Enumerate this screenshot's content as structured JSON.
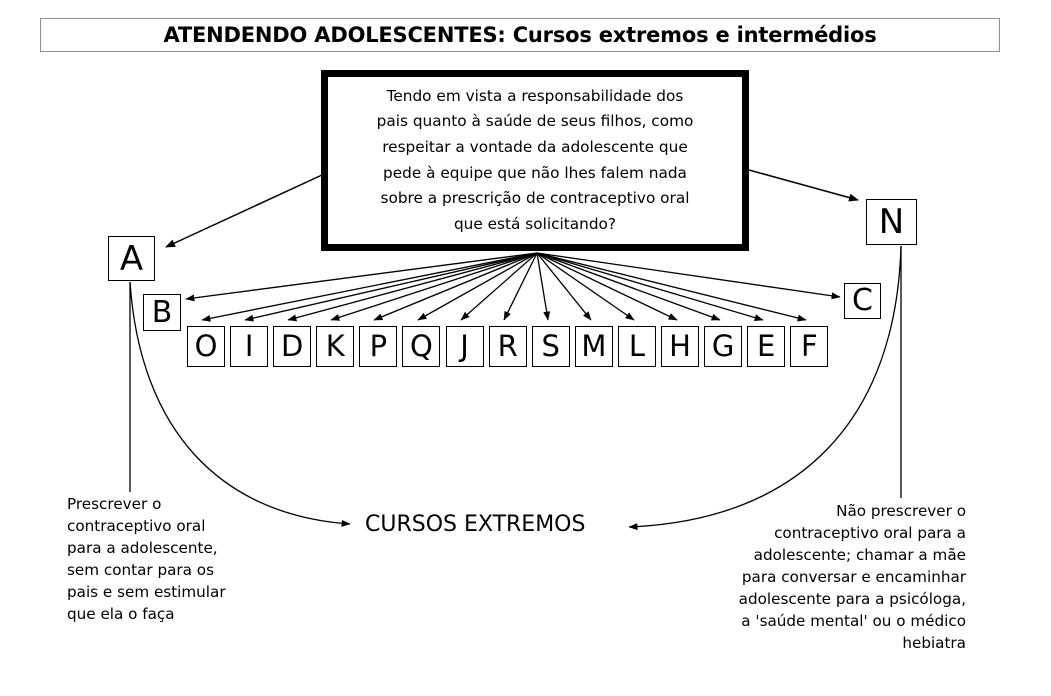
{
  "title": {
    "text": "ATENDENDO ADOLESCENTES: Cursos extremos e intermédios"
  },
  "question_box": {
    "text": "Tendo em vista a responsabilidade dos\npais quanto à saúde de seus filhos, como\nrespeitar a vontade da adolescente que\npede à equipe que não lhes falem nada\nsobre a prescrição de contraceptivo oral\nque está solicitando?"
  },
  "nodes": {
    "A": "A",
    "B": "B",
    "C": "C",
    "N": "N"
  },
  "letters": [
    "O",
    "I",
    "D",
    "K",
    "P",
    "Q",
    "J",
    "R",
    "S",
    "M",
    "L",
    "H",
    "G",
    "E",
    "F"
  ],
  "notes": {
    "left": "Prescrever o\ncontraceptivo oral\npara a adolescente,\nsem contar para os\npais e sem estimular\nque ela o faça",
    "right": "Não prescrever o\ncontraceptivo oral para a\nadolescente; chamar a mãe\npara conversar e encaminhar\nadolescente para a psicóloga,\na 'saúde mental' ou o médico\nhebiatra"
  },
  "center_label": {
    "text": "CURSOS EXTREMOS"
  },
  "colors": {
    "ink": "#000000",
    "paper": "#ffffff",
    "title_border": "#909090"
  }
}
